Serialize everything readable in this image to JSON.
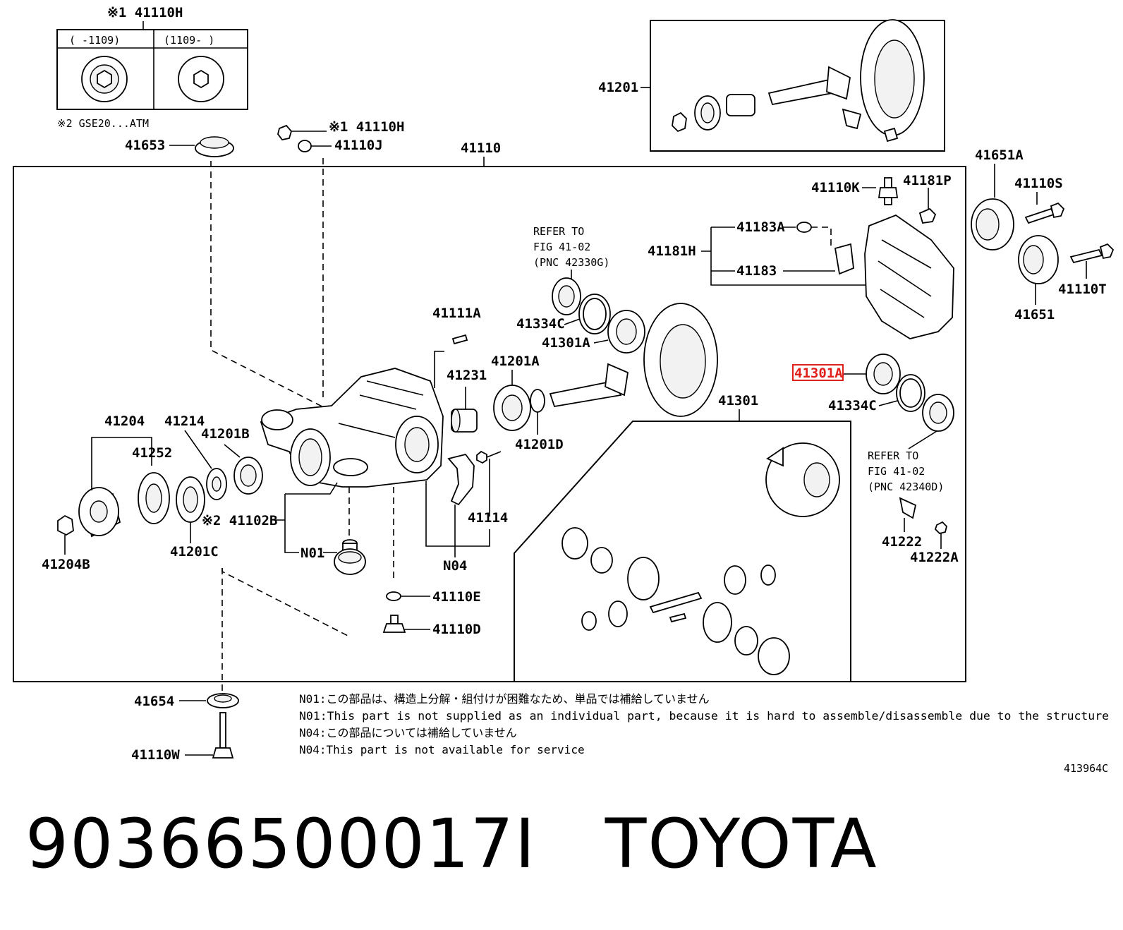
{
  "labels": {
    "l_41110H_top": "※1 41110H",
    "range_left": "(    -1109)",
    "range_right": "(1109-    )",
    "note_gse": "※2 GSE20...ATM",
    "l_41653": "41653",
    "l_41110H_2": "※1 41110H",
    "l_41110J": "41110J",
    "l_41110": "41110",
    "l_41201": "41201",
    "l_41651A": "41651A",
    "l_41110K": "41110K",
    "l_41181P": "41181P",
    "l_41110S": "41110S",
    "l_41183A": "41183A",
    "l_41181H": "41181H",
    "l_41183": "41183",
    "l_41110T": "41110T",
    "l_41651": "41651",
    "refer1_a": "REFER TO",
    "refer1_b": "FIG 41-02",
    "refer1_c": "(PNC 42330G)",
    "l_41334C_1": "41334C",
    "l_41301A_1": "41301A",
    "l_41111A": "41111A",
    "l_41231": "41231",
    "l_41201A": "41201A",
    "l_41301A_2": "41301A",
    "l_41334C_2": "41334C",
    "l_41301": "41301",
    "refer2_a": "REFER TO",
    "refer2_b": "FIG 41-02",
    "refer2_c": "(PNC 42340D)",
    "l_41204": "41204",
    "l_41214": "41214",
    "l_41201B": "41201B",
    "l_41252": "41252",
    "l_41201D": "41201D",
    "l_41114": "41114",
    "l_41102B": "※2 41102B",
    "l_41201C": "41201C",
    "l_41204B": "41204B",
    "l_N01": "N01",
    "l_N04": "N04",
    "l_41222": "41222",
    "l_41222A": "41222A",
    "l_41110E": "41110E",
    "l_41110D": "41110D",
    "l_41654": "41654",
    "l_41110W": "41110W",
    "fig_code": "413964C"
  },
  "notes": [
    "N01:この部品は、構造上分解・組付けが困難なため、単品では補給していません",
    "N01:This part is not supplied as an individual part, because it is hard to assemble/disassemble due to the structure",
    "N04:この部品については補給していません",
    "N04:This part is not available for service"
  ],
  "footer": {
    "part_number": "90366500017I",
    "brand": "TOYOTA"
  },
  "colors": {
    "highlight": "#e0201b",
    "ink": "#000000"
  }
}
